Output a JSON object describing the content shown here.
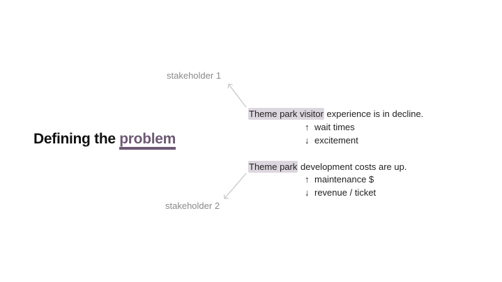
{
  "title": {
    "prefix": "Defining the ",
    "accent": "problem"
  },
  "stakeholders": [
    {
      "label": "stakeholder 1"
    },
    {
      "label": "stakeholder 2"
    }
  ],
  "statements": [
    {
      "highlight": "Theme park visitor",
      "rest": " experience is in decline.",
      "points": [
        {
          "symbol": "↑",
          "text": "wait times"
        },
        {
          "symbol": "↓",
          "text": "excitement"
        }
      ]
    },
    {
      "highlight": "Theme park",
      "rest": " development costs are up.",
      "points": [
        {
          "symbol": "↑",
          "text": "maintenance $"
        },
        {
          "symbol": "↓",
          "text": "revenue / ticket"
        }
      ]
    }
  ],
  "colors": {
    "accent": "#6e5a74",
    "highlight": "#dcd6de",
    "muted": "#8a8a8a",
    "connector": "#c8c8c8"
  }
}
